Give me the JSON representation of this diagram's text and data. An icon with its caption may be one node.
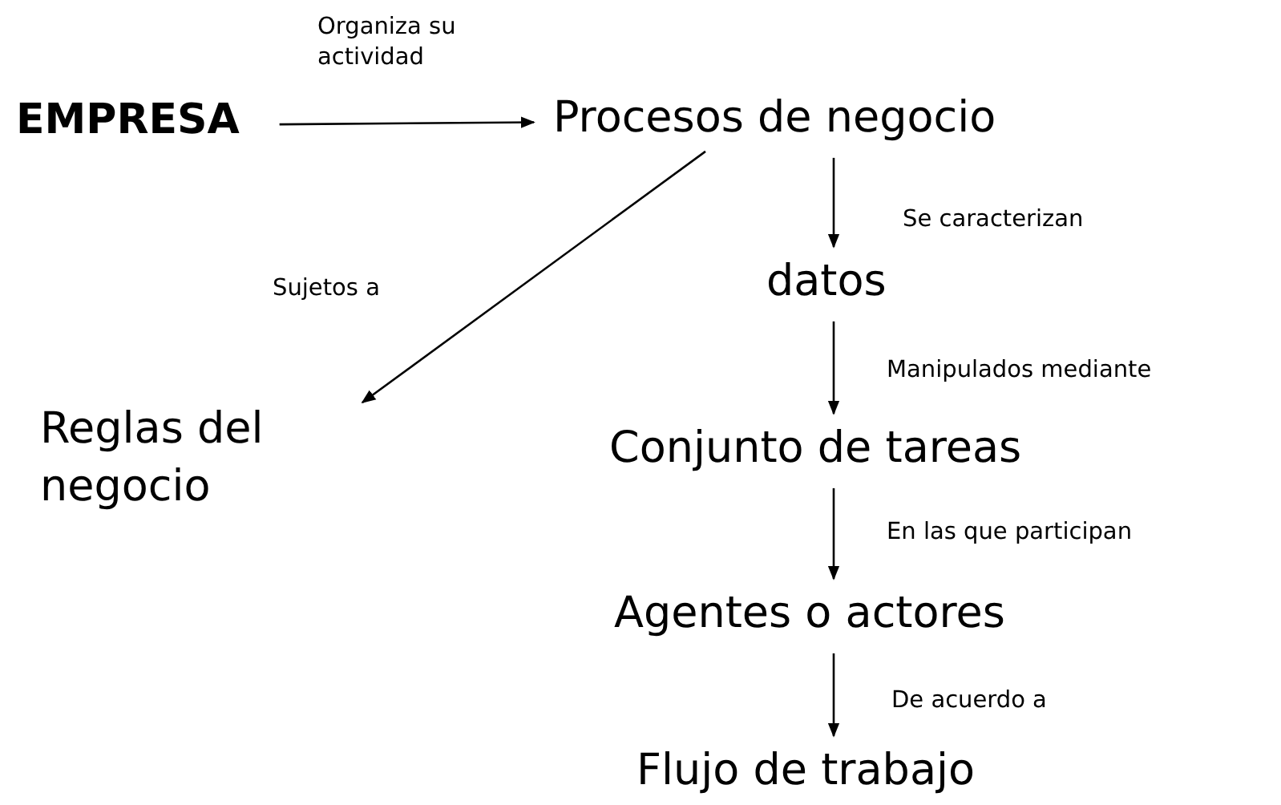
{
  "diagram": {
    "nodes": [
      {
        "text": [
          "EMPRESA"
        ]
      },
      {
        "text": [
          "Procesos de negocio"
        ]
      },
      {
        "text": [
          "datos"
        ]
      },
      {
        "text": [
          "Reglas del negocio"
        ]
      },
      {
        "text": [
          "Conjunto de tareas"
        ]
      },
      {
        "text": [
          "Agentes o actores"
        ]
      },
      {
        "text": [
          "Flujo de trabajo"
        ]
      }
    ],
    "edges": [
      {
        "from": 0,
        "to": 1,
        "arrow": "to",
        "label": "Organiza su actividad"
      },
      {
        "from": 1,
        "to": 3,
        "arrow": "to",
        "label": "Sujetos a"
      },
      {
        "from": 1,
        "to": 2,
        "arrow": "to",
        "label": "Se caracterizan"
      },
      {
        "from": 2,
        "to": 4,
        "arrow": "to",
        "label": "Manipulados mediante"
      },
      {
        "from": 4,
        "to": 5,
        "arrow": "to",
        "label": "En las que participan"
      },
      {
        "from": 5,
        "to": 6,
        "arrow": "to",
        "label": "De acuerdo a"
      }
    ]
  }
}
